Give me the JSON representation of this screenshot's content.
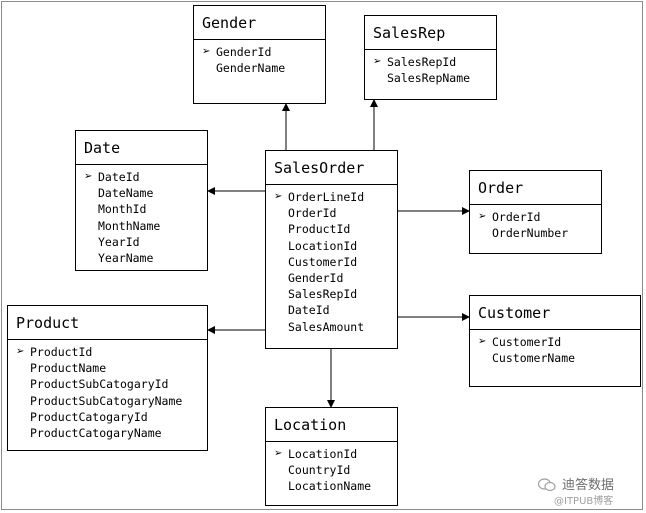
{
  "entities": {
    "gender": {
      "title": "Gender",
      "fields": [
        {
          "name": "GenderId",
          "key": true
        },
        {
          "name": "GenderName",
          "key": false
        }
      ]
    },
    "salesrep": {
      "title": "SalesRep",
      "fields": [
        {
          "name": "SalesRepId",
          "key": true
        },
        {
          "name": "SalesRepName",
          "key": false
        }
      ]
    },
    "date": {
      "title": "Date",
      "fields": [
        {
          "name": "DateId",
          "key": true
        },
        {
          "name": "DateName",
          "key": false
        },
        {
          "name": "MonthId",
          "key": false
        },
        {
          "name": "MonthName",
          "key": false
        },
        {
          "name": "YearId",
          "key": false
        },
        {
          "name": "YearName",
          "key": false
        }
      ]
    },
    "salesorder": {
      "title": "SalesOrder",
      "fields": [
        {
          "name": "OrderLineId",
          "key": true
        },
        {
          "name": "OrderId",
          "key": false
        },
        {
          "name": "ProductId",
          "key": false
        },
        {
          "name": "LocationId",
          "key": false
        },
        {
          "name": "CustomerId",
          "key": false
        },
        {
          "name": "GenderId",
          "key": false
        },
        {
          "name": "SalesRepId",
          "key": false
        },
        {
          "name": "DateId",
          "key": false
        },
        {
          "name": "SalesAmount",
          "key": false
        }
      ]
    },
    "order": {
      "title": "Order",
      "fields": [
        {
          "name": "OrderId",
          "key": true
        },
        {
          "name": "OrderNumber",
          "key": false
        }
      ]
    },
    "product": {
      "title": "Product",
      "fields": [
        {
          "name": "ProductId",
          "key": true
        },
        {
          "name": "ProductName",
          "key": false
        },
        {
          "name": "ProductSubCatogaryId",
          "key": false
        },
        {
          "name": "ProductSubCatogaryName",
          "key": false
        },
        {
          "name": "ProductCatogaryId",
          "key": false
        },
        {
          "name": "ProductCatogaryName",
          "key": false
        }
      ]
    },
    "customer": {
      "title": "Customer",
      "fields": [
        {
          "name": "CustomerId",
          "key": true
        },
        {
          "name": "CustomerName",
          "key": false
        }
      ]
    },
    "location": {
      "title": "Location",
      "fields": [
        {
          "name": "LocationId",
          "key": true
        },
        {
          "name": "CountryId",
          "key": false
        },
        {
          "name": "LocationName",
          "key": false
        }
      ]
    }
  },
  "relationships": [
    {
      "from": "salesorder",
      "to": "gender"
    },
    {
      "from": "salesorder",
      "to": "salesrep"
    },
    {
      "from": "salesorder",
      "to": "date"
    },
    {
      "from": "salesorder",
      "to": "order"
    },
    {
      "from": "salesorder",
      "to": "product"
    },
    {
      "from": "salesorder",
      "to": "customer"
    },
    {
      "from": "salesorder",
      "to": "location"
    }
  ],
  "key_marker": "➢",
  "watermark": {
    "name": "迪答数据",
    "source": "@ITPUB博客"
  }
}
